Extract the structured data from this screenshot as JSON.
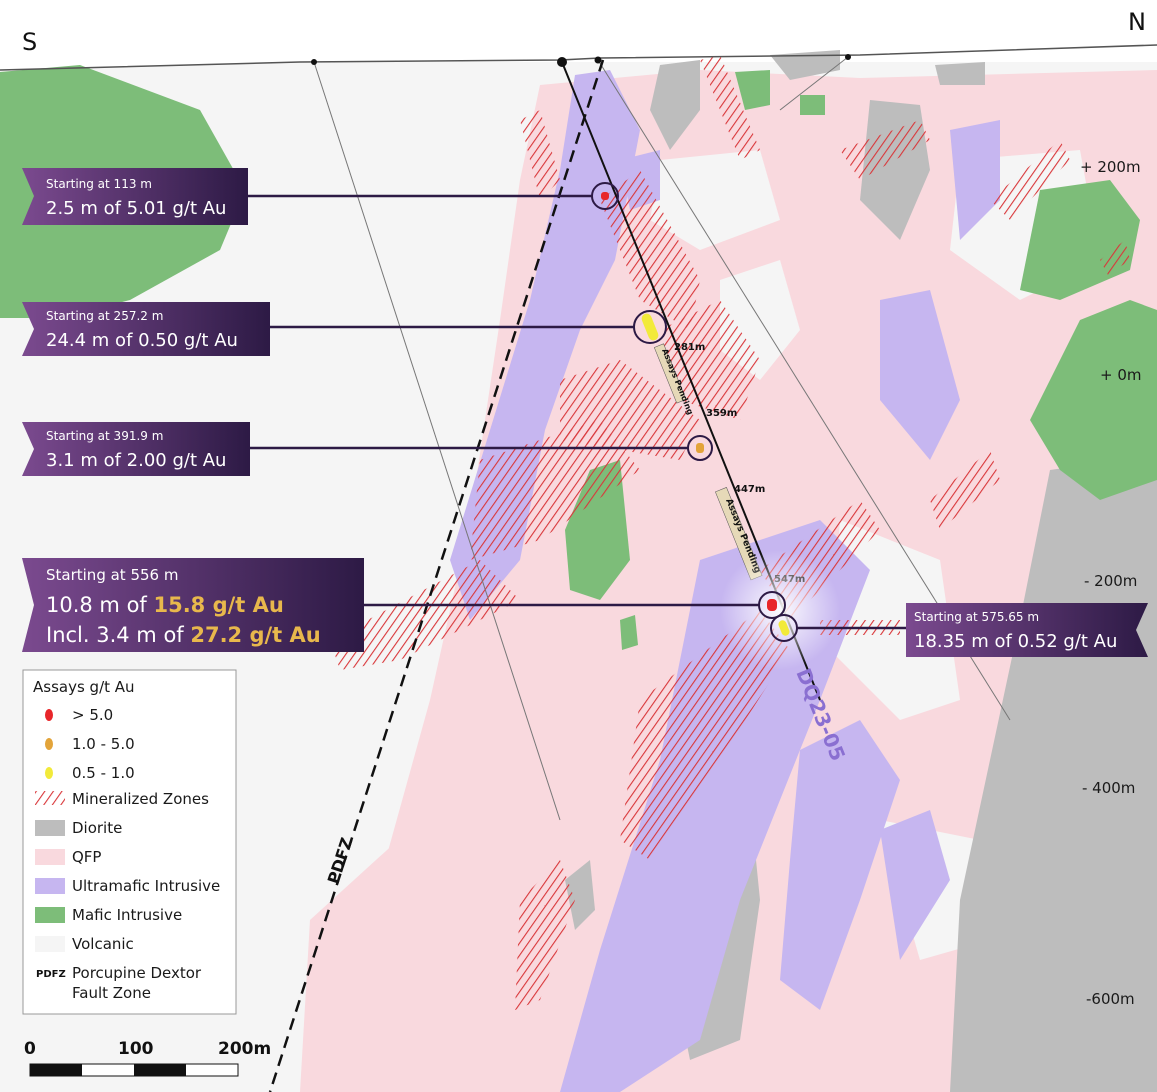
{
  "section": {
    "orientation": {
      "left": "S",
      "right": "N"
    },
    "fault_label": "PDFZ",
    "hole_id": "DQ23-05",
    "elevations": [
      "+ 200m",
      "+ 0m",
      "- 200m",
      "- 400m",
      "-600m"
    ],
    "hole_marks": [
      "281m",
      "359m",
      "447m",
      "547m"
    ],
    "pending_label": "Assays Pending"
  },
  "intercepts": [
    {
      "start": "Starting at 113 m",
      "line1": "2.5 m of 5.01 g/t Au"
    },
    {
      "start": "Starting at 257.2 m",
      "line1": "24.4 m of 0.50 g/t Au"
    },
    {
      "start": "Starting at 391.9 m",
      "line1": "3.1 m of 2.00 g/t Au"
    },
    {
      "start": "Starting at 556 m",
      "line1_pre": "10.8 m of ",
      "line1_hl": "15.8 g/t Au",
      "line2_pre": "Incl. 3.4 m of ",
      "line2_hl": "27.2 g/t Au"
    },
    {
      "start": "Starting at 575.65 m",
      "line1": "18.35 m of 0.52 g/t Au"
    }
  ],
  "legend": {
    "title": "Assays g/t Au",
    "items": [
      {
        "label": "> 5.0",
        "color": "#e8262a"
      },
      {
        "label": "1.0 - 5.0",
        "color": "#e3a43a"
      },
      {
        "label": "0.5 - 1.0",
        "color": "#f2ea3a"
      },
      {
        "label": "Mineralized Zones",
        "color": "#d9373a"
      },
      {
        "label": "Diorite",
        "color": "#bdbdbd"
      },
      {
        "label": "QFP",
        "color": "#f9d9de"
      },
      {
        "label": "Ultramafic Intrusive",
        "color": "#c6b6f0"
      },
      {
        "label": "Mafic Intrusive",
        "color": "#7dbd79"
      },
      {
        "label": "Volcanic",
        "color": "#f5f5f5"
      }
    ],
    "fault_abbr": "PDFZ",
    "fault_line1": "Porcupine Dextor",
    "fault_line2": "Fault Zone"
  },
  "scale": {
    "ticks": [
      "0",
      "100",
      "200m"
    ]
  },
  "colors": {
    "label_bg": "#3a1a4e",
    "highlight": "#e8b84c",
    "hole_label": "#8a6fd1"
  }
}
